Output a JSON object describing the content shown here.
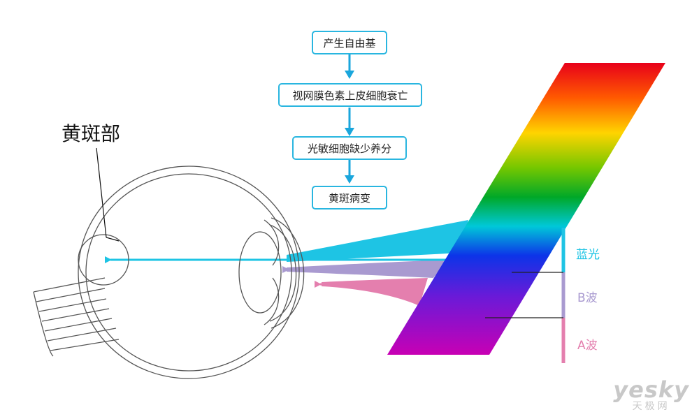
{
  "flow": {
    "steps": [
      "产生自由基",
      "视网膜色素上皮细胞衰亡",
      "光敏细胞缺少养分",
      "黄斑病变"
    ],
    "box_color": "#29b6e0",
    "arrow_color": "#1aa6dc"
  },
  "eye": {
    "macula_label": "黄斑部",
    "outline_color": "#555555"
  },
  "spectrum": {
    "colors_top_to_bottom": [
      "red",
      "orange",
      "yellow",
      "green",
      "cyan",
      "blue",
      "violet",
      "magenta"
    ],
    "bands": [
      {
        "label": "蓝光",
        "color": "#1ec4e4"
      },
      {
        "label": "B波",
        "color": "#a99ad0"
      },
      {
        "label": "A波",
        "color": "#e47fae"
      }
    ]
  },
  "watermark": {
    "main": "yesky",
    "sub": "天极网"
  }
}
